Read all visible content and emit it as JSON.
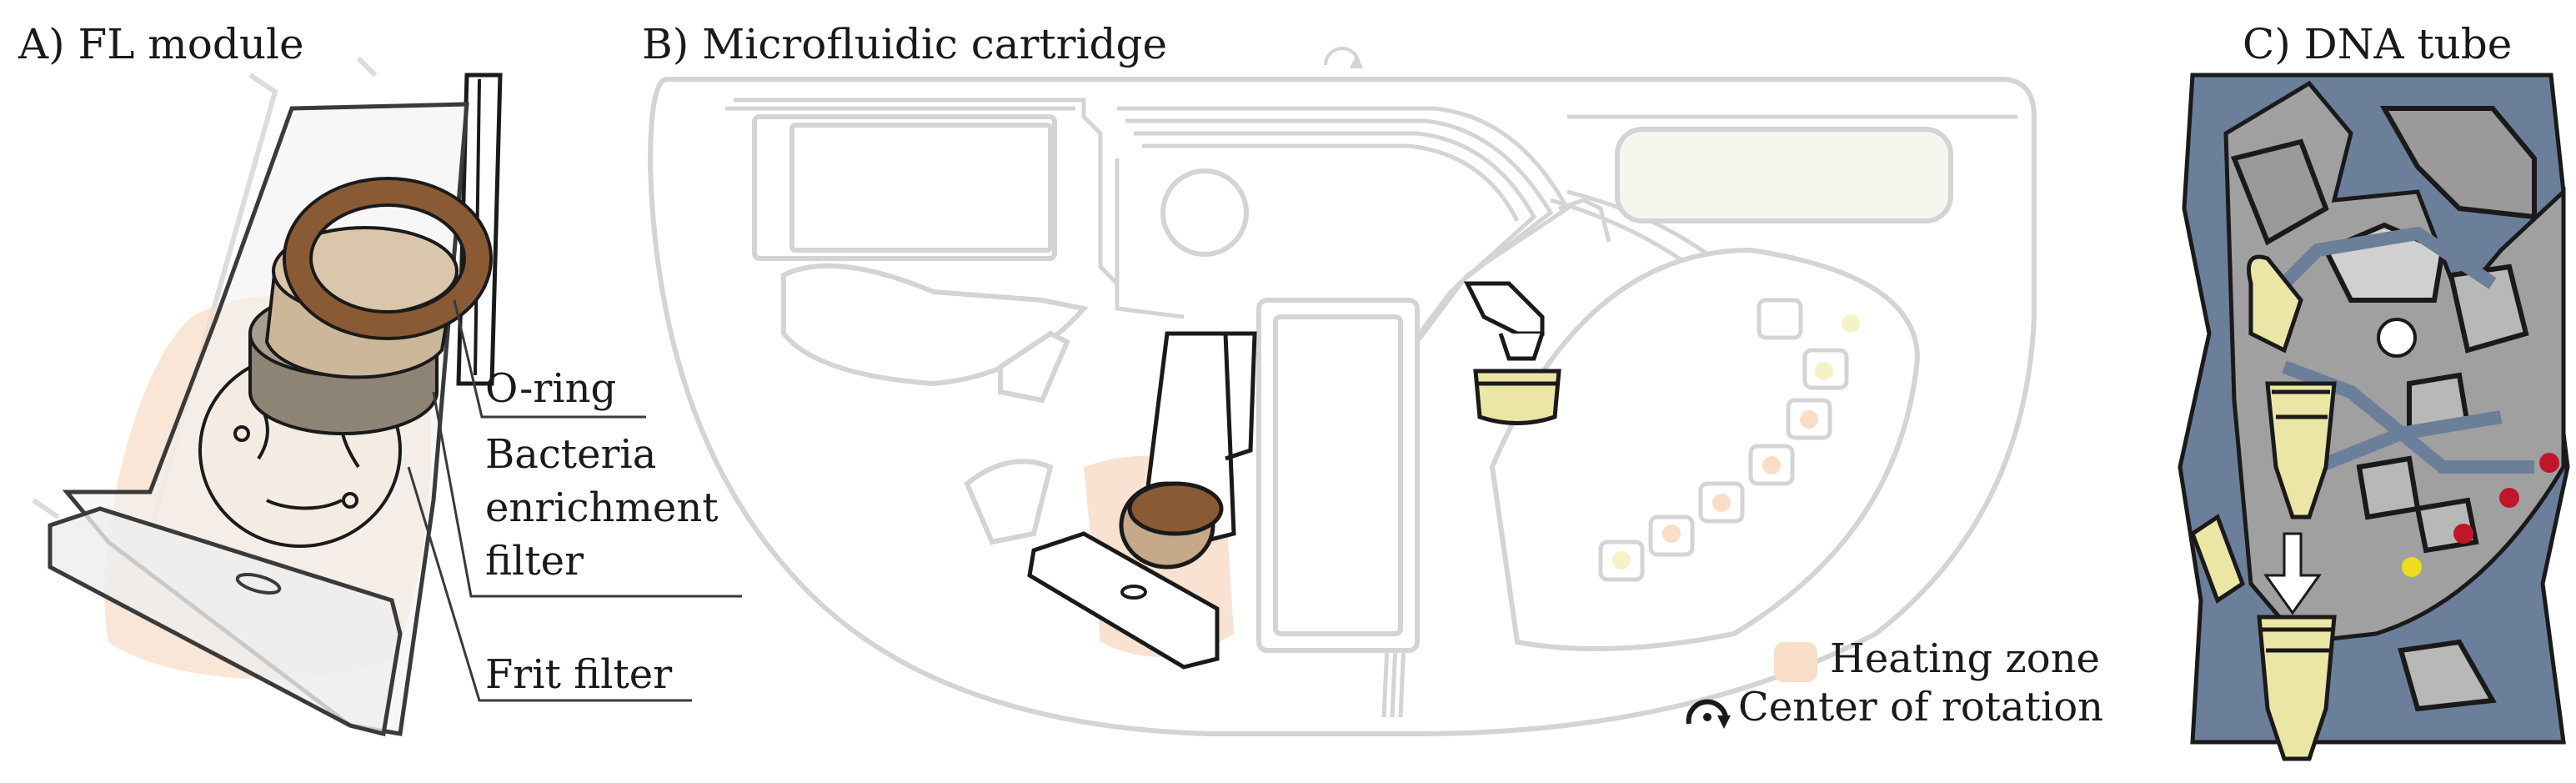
{
  "panels": {
    "a": {
      "title": "A) FL module"
    },
    "b": {
      "title": "B) Microfluidic cartridge"
    },
    "c": {
      "title": "C) DNA tube"
    }
  },
  "callouts": {
    "oring": "O-ring",
    "bacteria_1": "Bacteria",
    "bacteria_2": "enrichment",
    "bacteria_3": "filter",
    "frit": "Frit filter"
  },
  "legend": {
    "heating": "Heating zone",
    "rotation": "Center of rotation"
  },
  "colors": {
    "outline_light": "#d4d4d4",
    "outline_dark": "#1a1a1a",
    "heating_zone": "#f8ddc9",
    "oring_brown": "#8a5a34",
    "filter_tan": "#c9b08c",
    "frit_gray": "#8d8476",
    "chip_blue": "#6c7f9a",
    "chip_gray": "#9a9a9a",
    "tube_yellow": "#ece6a6",
    "dot_red": "#c0162a",
    "dot_yellow": "#f0dc1e"
  }
}
